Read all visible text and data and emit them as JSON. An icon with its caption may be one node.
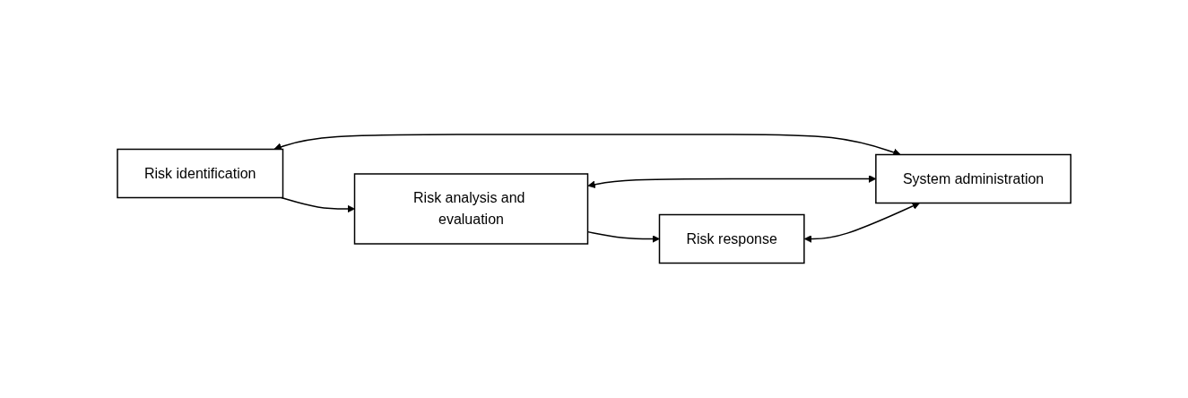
{
  "diagram": {
    "nodes": [
      {
        "text": [
          "Risk identification"
        ]
      },
      {
        "text": [
          "Risk analysis and evaluation"
        ]
      },
      {
        "text": [
          "Risk response"
        ]
      },
      {
        "text": [
          "System administration"
        ]
      }
    ],
    "edges": [
      {
        "from": 0,
        "to": 1,
        "arrow": "to"
      },
      {
        "from": 1,
        "to": 2,
        "arrow": "to"
      },
      {
        "from": 0,
        "to": 3,
        "arrow": "both"
      },
      {
        "from": 1,
        "to": 3,
        "arrow": "both"
      },
      {
        "from": 2,
        "to": 3,
        "arrow": "both"
      }
    ]
  }
}
